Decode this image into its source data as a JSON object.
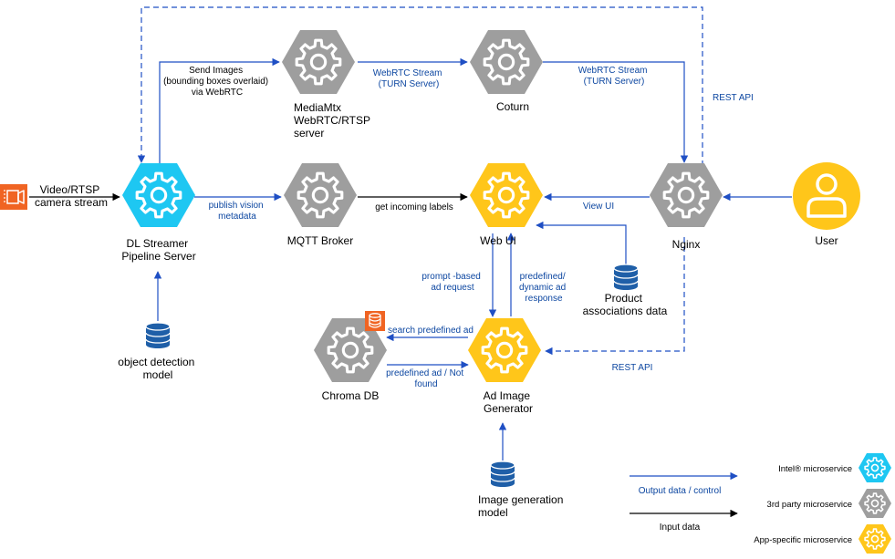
{
  "colors": {
    "intel": "#1ec7f2",
    "third_party": "#9e9e9e",
    "app_specific": "#ffc61a",
    "flow_blue": "#1f4fc4",
    "input_black": "#000000",
    "camera": "#f06423",
    "db": "#1f5fa8"
  },
  "nodes": {
    "camera": {
      "line1": "Video/RTSP",
      "line2": "camera stream"
    },
    "dl_streamer": {
      "line1": "DL Streamer",
      "line2": "Pipeline Server"
    },
    "mediamtx": {
      "line1": "MediaMtx",
      "line2": "WebRTC/RTSP",
      "line3": "server"
    },
    "coturn": {
      "line1": "Coturn"
    },
    "mqtt": {
      "line1": "MQTT Broker"
    },
    "web_ui": {
      "line1": "Web UI"
    },
    "nginx": {
      "line1": "Nginx"
    },
    "user": {
      "line1": "User"
    },
    "chroma": {
      "line1": "Chroma DB"
    },
    "ad_gen": {
      "line1": "Ad Image",
      "line2": "Generator"
    },
    "object_model": {
      "line1": "object detection",
      "line2": "model"
    },
    "product_data": {
      "line1": "Product",
      "line2": "associations data"
    },
    "image_model": {
      "line1": "Image generation",
      "line2": "model"
    }
  },
  "edges": {
    "send_images": {
      "line1": "Send Images",
      "line2": "(bounding boxes overlaid)",
      "line3": "via WebRTC"
    },
    "webrtc_1": {
      "line1": "WebRTC Stream",
      "line2": "(TURN Server)"
    },
    "webrtc_2": {
      "line1": "WebRTC Stream",
      "line2": "(TURN Server)"
    },
    "rest_api_top": {
      "line1": "REST API"
    },
    "publish": {
      "line1": "publish vision",
      "line2": "metadata"
    },
    "labels": {
      "line1": "get incoming labels"
    },
    "view_ui": {
      "line1": "View UI"
    },
    "prompt": {
      "line1": "prompt -based",
      "line2": "ad request"
    },
    "response": {
      "line1": "predefined/",
      "line2": "dynamic ad",
      "line3": "response"
    },
    "search": {
      "line1": "search predefined ad"
    },
    "found": {
      "line1": "predefined ad / Not",
      "line2": "found"
    },
    "rest_api_bottom": {
      "line1": "REST API"
    }
  },
  "legend": {
    "output": "Output data / control",
    "input": "Input data",
    "intel": "Intel® microservice",
    "third_party": "3rd party microservice",
    "app_specific": "App-specific microservice"
  }
}
